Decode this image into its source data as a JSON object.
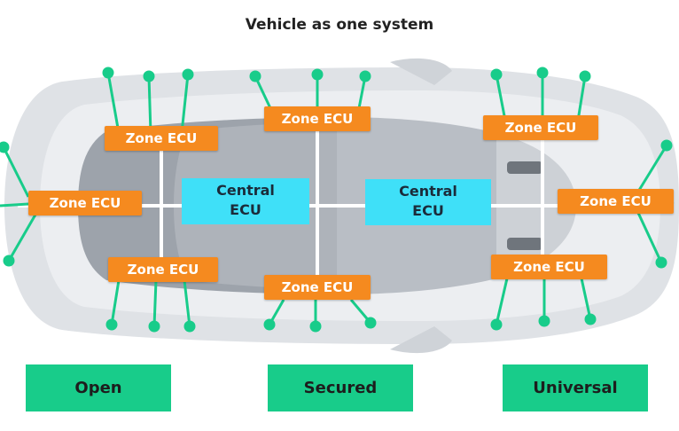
{
  "title": "Vehicle as one system",
  "zone_label": "Zone ECU",
  "central_ecus": [
    {
      "line1": "Central",
      "line2": "ECU"
    },
    {
      "line1": "Central",
      "line2": "ECU"
    }
  ],
  "pillars": [
    "Open",
    "Secured",
    "Universal"
  ],
  "colors": {
    "zone": "#f58a1f",
    "central": "#3fe0f8",
    "pillar": "#18cc8a",
    "connector": "#18cc8a"
  }
}
